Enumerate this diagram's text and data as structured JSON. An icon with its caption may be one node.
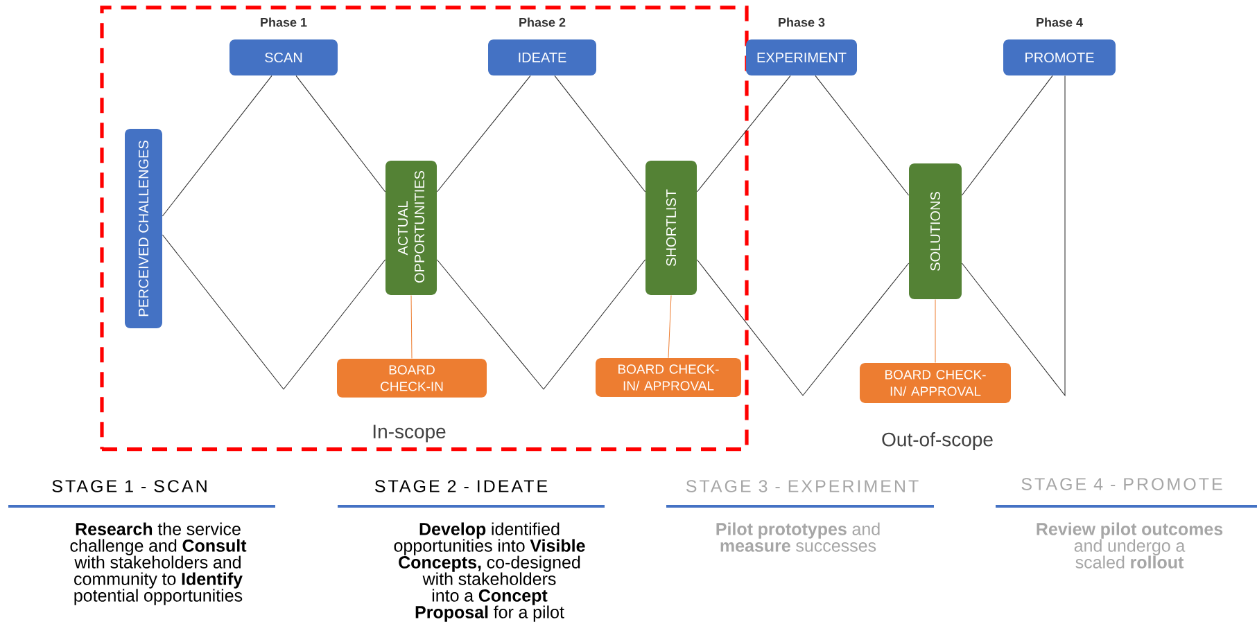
{
  "diagram": {
    "nodes": [
      {
        "text": [
          "In-scope"
        ]
      },
      {
        "text": [
          "PERCEIVED CHALLENGES"
        ],
        "in": 0
      },
      {
        "text": [
          "Phase 1",
          "SCAN"
        ],
        "in": 0
      },
      {
        "text": [
          "ACTUAL OPPORTUNITIES"
        ],
        "in": 0
      },
      {
        "text": [
          "BOARD CHECK-IN"
        ],
        "in": 0
      },
      {
        "text": [
          "Phase 2",
          "IDEATE"
        ],
        "in": 0
      },
      {
        "text": [
          "SHORTLIST"
        ],
        "in": 0
      },
      {
        "text": [
          "BOARD CHECK-IN/ APPROVAL"
        ],
        "in": 0
      },
      {
        "text": [
          "Phase 3",
          "EXPERIMENT"
        ]
      },
      {
        "text": [
          "SOLUTIONS"
        ]
      },
      {
        "text": [
          "BOARD CHECK-IN/ APPROVAL"
        ]
      },
      {
        "text": [
          "Phase 4",
          "PROMOTE"
        ]
      }
    ],
    "edges": [
      {
        "from": 1,
        "to": 2,
        "arrow": "none"
      },
      {
        "from": 2,
        "to": 3,
        "arrow": "none"
      },
      {
        "from": 1,
        "to": 3,
        "arrow": "none"
      },
      {
        "from": 3,
        "to": 5,
        "arrow": "none"
      },
      {
        "from": 5,
        "to": 6,
        "arrow": "none"
      },
      {
        "from": 3,
        "to": 6,
        "arrow": "none"
      },
      {
        "from": 6,
        "to": 8,
        "arrow": "none"
      },
      {
        "from": 8,
        "to": 9,
        "arrow": "none"
      },
      {
        "from": 6,
        "to": 9,
        "arrow": "none"
      },
      {
        "from": 9,
        "to": 11,
        "arrow": "none"
      },
      {
        "from": 9,
        "to": 11,
        "arrow": "none"
      },
      {
        "from": 3,
        "to": 4,
        "arrow": "none",
        "color": "#ed7d31"
      },
      {
        "from": 6,
        "to": 7,
        "arrow": "none",
        "color": "#ed7d31"
      },
      {
        "from": 9,
        "to": 10,
        "arrow": "none",
        "color": "#ed7d31"
      }
    ],
    "labels": [
      "Out-of-scope",
      "STAGE 1 - SCAN",
      "STAGE 2 - IDEATE",
      "STAGE 3 - EXPERIMENT",
      "STAGE 4 - PROMOTE",
      "**Research** the service challenge and **Consult** with stakeholders and community to **Identify** potential opportunities",
      "**Develop** identified opportunities into **Visible Concepts,** co-designed with stakeholders into a **Concept Proposal** for a pilot",
      "**Pilot prototypes** and **measure** successes",
      "**Review pilot outcomes** and undergo a scaled **rollout**"
    ]
  }
}
